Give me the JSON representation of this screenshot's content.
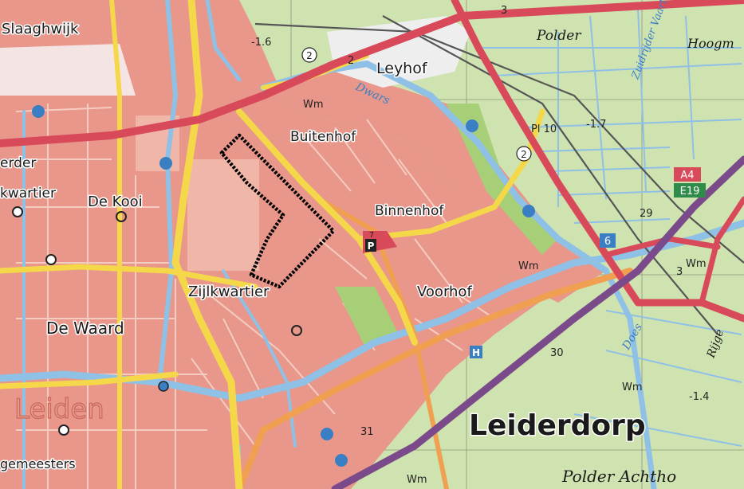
{
  "map": {
    "labels": {
      "slaaghwijk": "Slaaghwijk",
      "leyhof": "Leyhof",
      "polder": "Polder",
      "hoogm": "Hoogm",
      "buitenhof": "Buitenhof",
      "binnenhof": "Binnenhof",
      "voorhof": "Voorhof",
      "zijlkwartier": "Zijlkwartier",
      "de_kooi": "De Kooi",
      "de_waard": "De Waard",
      "kwartier": "kwartier",
      "erder": "erder",
      "leiden": "Leiden",
      "leiderdorp": "Leiderdorp",
      "polder_achthoven": "Polder Achtho",
      "gemeesters": "gemeesters",
      "dwars": "Dwars",
      "does": "Does",
      "zuidrijder": "Zuidrijder Vaart",
      "rijge": "Rijge",
      "wm1": "Wm",
      "wm2": "Wm",
      "wm3": "Wm",
      "wm4": "Wm",
      "wm5": "Wm",
      "pl10": "Pl 10",
      "elev_16": "-1.6",
      "elev_17": "-1.7",
      "elev_14": "-1.4",
      "num_2a": "2",
      "num_2b": "2",
      "num_2c": "2",
      "num_29": "29",
      "num_30": "30",
      "num_31": "31",
      "num_3": "3",
      "num_3b": "3",
      "num_6": "6",
      "num_7": "7",
      "a4": "A4",
      "e19": "E19",
      "parking": "P",
      "hospital": "H"
    },
    "colors": {
      "polder": "#cfe3b0",
      "urban": "#e8978a",
      "urban_light": "#f0b7a8",
      "water": "#8fc0e6",
      "motorway": "#d84a5a",
      "main_road": "#f5d84a",
      "secondary": "#f0a050",
      "rail": "#555555",
      "outline": "#000000",
      "green": "#a6cf78"
    }
  }
}
